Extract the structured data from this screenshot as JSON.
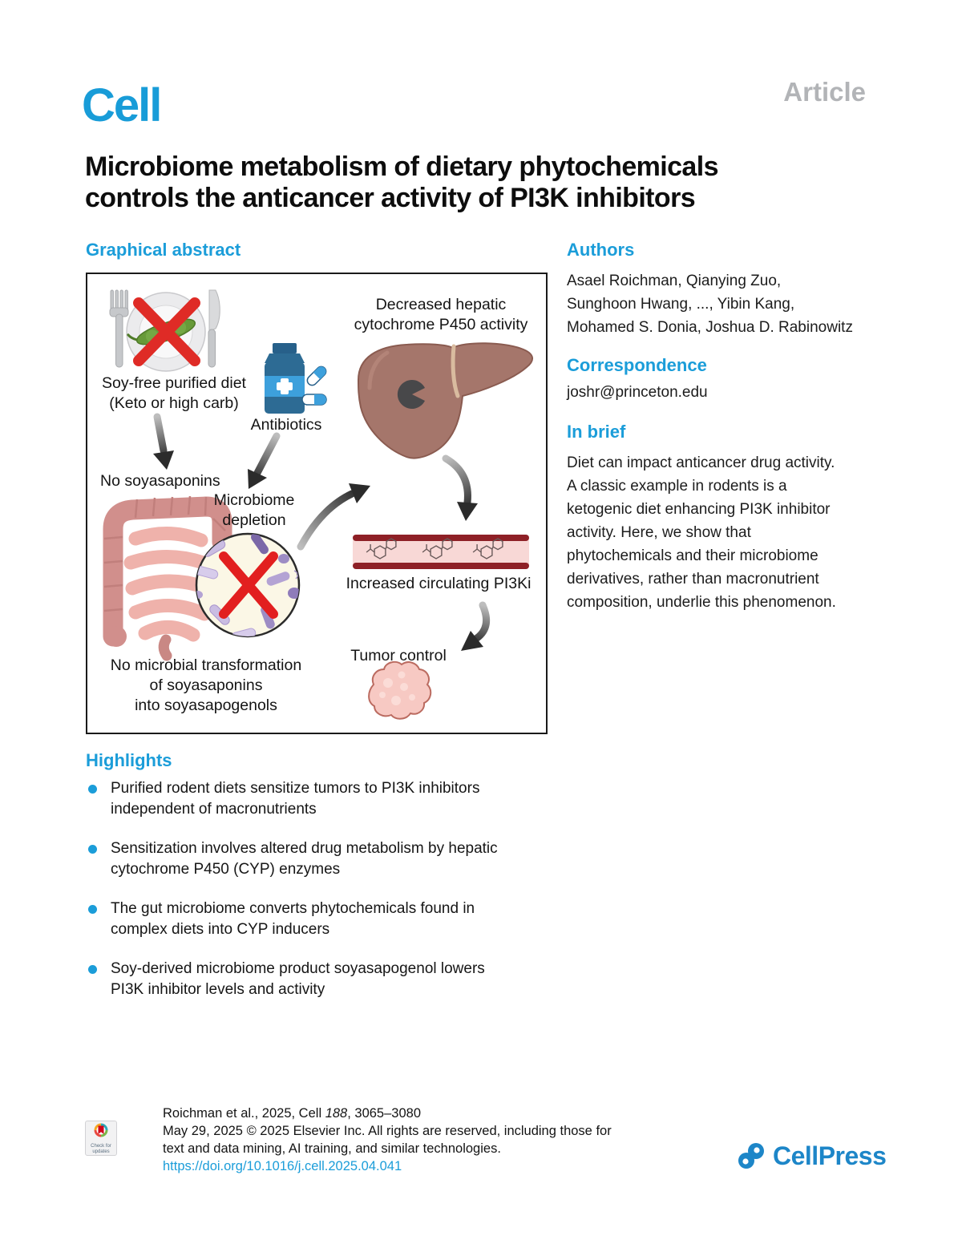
{
  "header": {
    "journal": "Cell",
    "article_type": "Article"
  },
  "title": {
    "line1": "Microbiome metabolism of dietary phytochemicals",
    "line2": "controls the anticancer activity of PI3K inhibitors"
  },
  "sections": {
    "graphical_abstract": {
      "heading": "Graphical abstract"
    },
    "authors": {
      "heading": "Authors",
      "names": "Asael Roichman, Qianying Zuo,\nSunghoon Hwang, ..., Yibin Kang,\nMohamed S. Donia, Joshua D. Rabinowitz"
    },
    "correspondence": {
      "heading": "Correspondence",
      "email": "joshr@princeton.edu"
    },
    "in_brief": {
      "heading": "In brief",
      "text": "Diet can impact anticancer drug activity.\nA classic example in rodents is a\nketogenic diet enhancing PI3K inhibitor\nactivity. Here, we show that\nphytochemicals and their microbiome\nderivatives, rather than macronutrient\ncomposition, underlie this phenomenon."
    },
    "highlights": {
      "heading": "Highlights",
      "items": [
        "Purified rodent diets sensitize tumors to PI3K inhibitors\nindependent of macronutrients",
        "Sensitization involves altered drug metabolism by hepatic\ncytochrome P450 (CYP) enzymes",
        "The gut microbiome converts phytochemicals found in\ncomplex diets into CYP inducers",
        "Soy-derived microbiome product soyasapogenol lowers\nPI3K inhibitor levels and activity"
      ]
    }
  },
  "figure": {
    "labels": {
      "diet": "Soy-free purified diet\n(Keto or high carb)",
      "antibiotics": "Antibiotics",
      "hepatic": "Decreased hepatic\ncytochrome P450 activity",
      "no_soyasaponins": "No soyasaponins",
      "microbiome_depletion": "Microbiome\ndepletion",
      "circulating": "Increased circulating PI3Ki",
      "tumor_control": "Tumor control",
      "no_transformation": "No microbial transformation\nof soyasaponins\ninto soyasapogenols"
    }
  },
  "footer": {
    "citation_prefix": "Roichman et al., 2025, Cell ",
    "citation_volume": "188",
    "citation_suffix": ", 3065–3080",
    "line2": "May 29, 2025 © 2025 Elsevier Inc. All rights are reserved, including those for",
    "line3": "text and data mining, AI training, and similar technologies.",
    "doi": "https://doi.org/10.1016/j.cell.2025.04.041",
    "badge_line1": "Check for",
    "badge_line2": "updates",
    "publisher": "CellPress"
  },
  "colors": {
    "brand_blue": "#1b9dd9",
    "cell_logo_blue": "#189cd8",
    "cellpress_blue": "#1d86c8",
    "article_gray": "#b2b4b7",
    "prohibition_red": "#df2b26",
    "vessel_dark_red": "#8e2026"
  }
}
